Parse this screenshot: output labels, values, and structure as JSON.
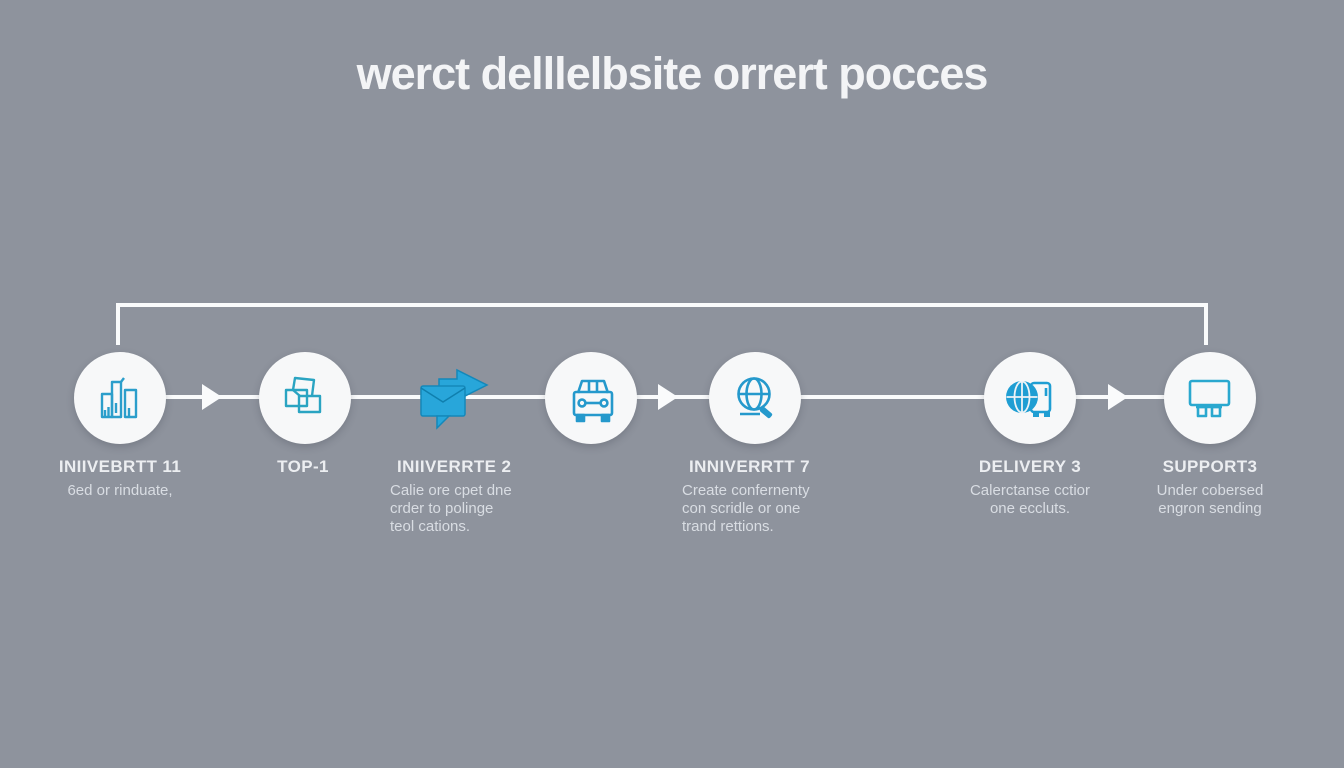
{
  "title": "werct delllelbsite orrert pocces",
  "colors": {
    "background": "#8e939d",
    "line": "#fafbfc",
    "icon_stroke": "#2b9ecb",
    "icon_solid": "#28a6da",
    "title_text": "#f3f4f6",
    "heading_text": "#eceef1",
    "body_text": "#d9dde3"
  },
  "steps": [
    {
      "icon": "city-buildings-icon",
      "heading": "INIIVEBRTT 11",
      "lines": [
        "6ed or rinduate,"
      ]
    },
    {
      "icon": "stacked-boxes-icon",
      "heading": "TOP-1",
      "lines": []
    },
    {
      "icon": "envelope-send-icon",
      "heading": "INIIVERRTE 2",
      "lines": [
        "Calie ore cpet dne",
        "crder to polinge",
        "teol cations."
      ]
    },
    {
      "icon": "car-icon",
      "heading": "",
      "lines": []
    },
    {
      "icon": "globe-search-icon",
      "heading": "INNIVERRTT 7",
      "lines": [
        "Create confernenty",
        "con scridle or one",
        "trand rettions."
      ]
    },
    {
      "icon": "globe-package-icon",
      "heading": "DELIVERY 3",
      "lines": [
        "Calerctanse cctior",
        "one eccluts."
      ]
    },
    {
      "icon": "truck-icon",
      "heading": "SUPPORT3",
      "lines": [
        "Under cobersed",
        "engron sending"
      ]
    }
  ]
}
